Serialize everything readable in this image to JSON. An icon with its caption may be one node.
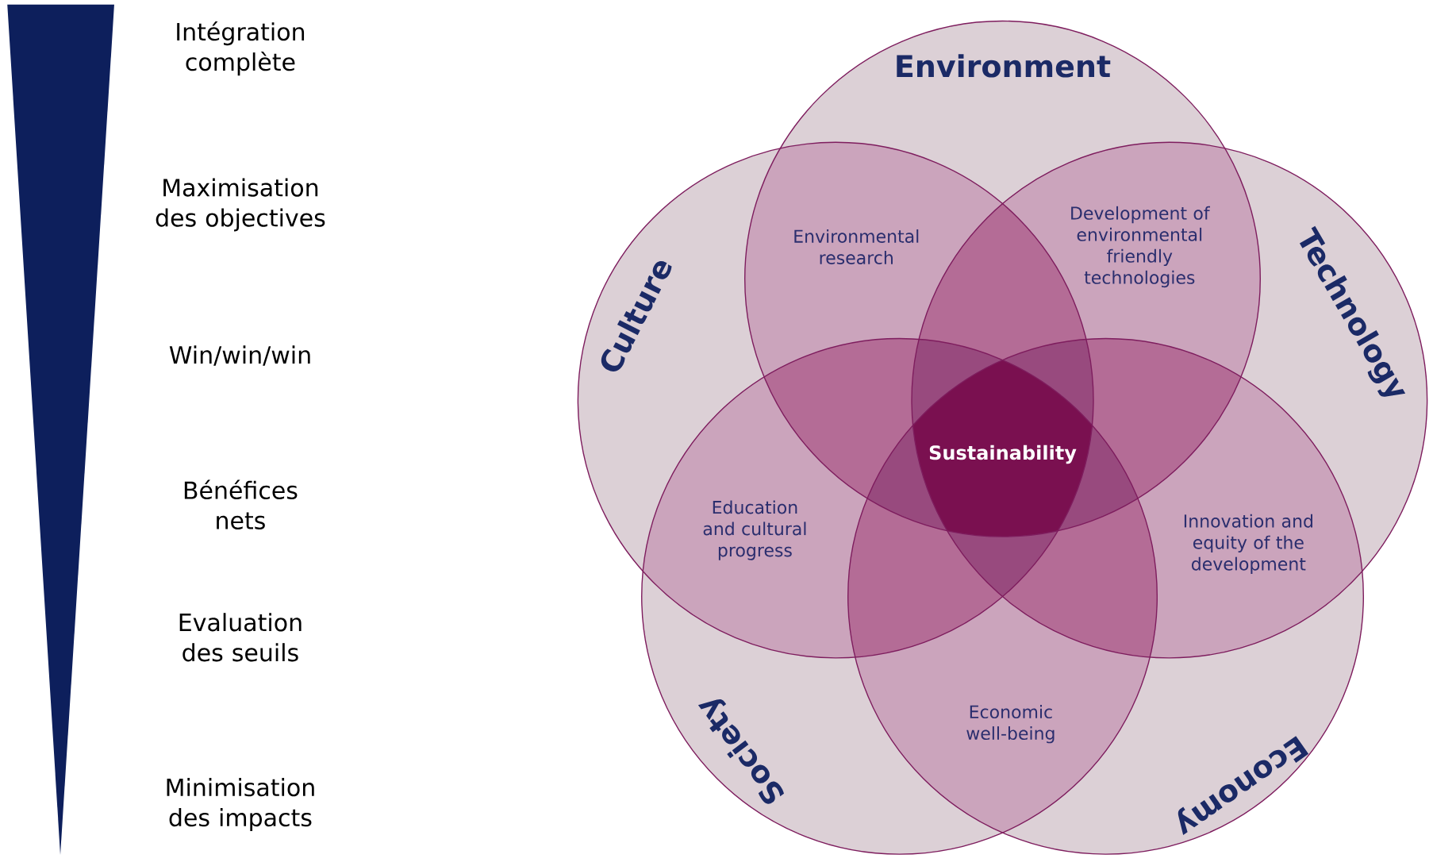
{
  "diagram": {
    "nodes": [
      {
        "text": [
          "Environment"
        ]
      },
      {
        "text": [
          "Culture"
        ]
      },
      {
        "text": [
          "Technology"
        ]
      },
      {
        "text": [
          "Society"
        ]
      },
      {
        "text": [
          "Economy"
        ]
      },
      {
        "text": [
          "Environmental research"
        ]
      },
      {
        "text": [
          "Development of environmental friendly technologies"
        ]
      },
      {
        "text": [
          "Education and cultural progress"
        ]
      },
      {
        "text": [
          "Sustainability"
        ]
      },
      {
        "text": [
          "Innovation and equity of the development"
        ]
      },
      {
        "text": [
          "Economic well-being"
        ]
      },
      {
        "text": [],
        "shape": "triangle"
      }
    ],
    "labels": [
      "Intégration complète",
      "Maximisation des objectives",
      "Win/win/win",
      "Bénéfices nets",
      "Evaluation des seuils",
      "Minimisation des impacts"
    ]
  }
}
